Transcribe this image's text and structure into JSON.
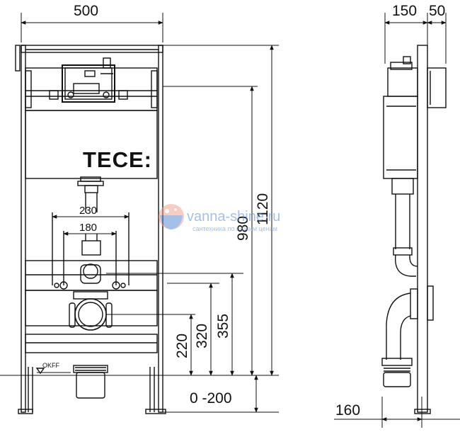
{
  "brand": {
    "logo_text": "TECE:"
  },
  "front_view": {
    "width_label": "500",
    "bracket_outer_label": "230",
    "bracket_inner_label": "180",
    "height_label": "1120",
    "inlet_height_label": "980",
    "drain_center_355": "355",
    "drain_center_320": "320",
    "drain_center_220": "220",
    "floor_adjust_label": "0 -200",
    "floor_marker_label": "OKFF"
  },
  "side_view": {
    "depth_label": "150",
    "front_label": "50",
    "bottom_label": "160"
  },
  "watermark": {
    "site": "vanna-shine.ru",
    "tagline": "сантехника по низким ценам"
  }
}
